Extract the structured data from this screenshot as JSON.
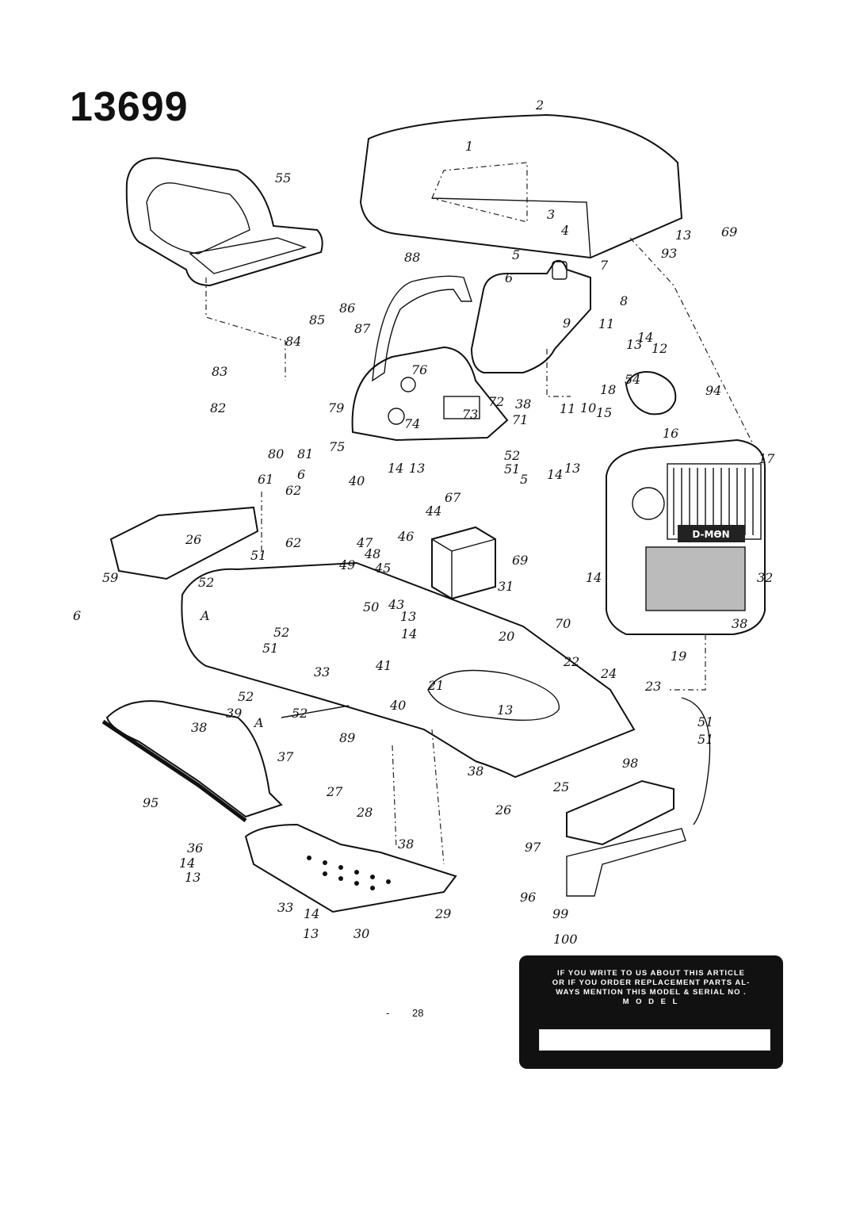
{
  "title": "13699",
  "page_number": "28",
  "notice": {
    "lines": [
      "IF YOU WRITE TO US ABOUT THIS ARTICLE",
      "OR IF YOU ORDER REPLACEMENT PARTS AL-",
      "WAYS MENTION THIS MODEL & SERIAL NO ."
    ],
    "model_label": "M O D E L"
  },
  "grille_badge": "D-MӨN",
  "callouts": [
    "2",
    "1",
    "55",
    "3",
    "4",
    "13",
    "69",
    "93",
    "5",
    "7",
    "6",
    "88",
    "8",
    "9",
    "11",
    "85",
    "86",
    "87",
    "84",
    "13",
    "14",
    "12",
    "83",
    "54",
    "18",
    "82",
    "79",
    "76",
    "72",
    "38",
    "94",
    "73",
    "71",
    "11",
    "10",
    "15",
    "74",
    "80",
    "81",
    "75",
    "16",
    "52",
    "17",
    "51",
    "40",
    "14",
    "13",
    "6",
    "61",
    "5",
    "14",
    "13",
    "62",
    "67",
    "44",
    "46",
    "62",
    "47",
    "26",
    "48",
    "51",
    "49",
    "69",
    "14",
    "59",
    "45",
    "32",
    "52",
    "31",
    "6",
    "43",
    "A",
    "50",
    "13",
    "38",
    "70",
    "52",
    "14",
    "20",
    "51",
    "33",
    "41",
    "19",
    "22",
    "24",
    "21",
    "23",
    "52",
    "13",
    "40",
    "51",
    "39",
    "52",
    "38",
    "A",
    "89",
    "51",
    "37",
    "38",
    "98",
    "25",
    "95",
    "27",
    "26",
    "28",
    "97",
    "38",
    "36",
    "14",
    "13",
    "96",
    "33",
    "29",
    "14",
    "99",
    "30",
    "13",
    "100"
  ]
}
